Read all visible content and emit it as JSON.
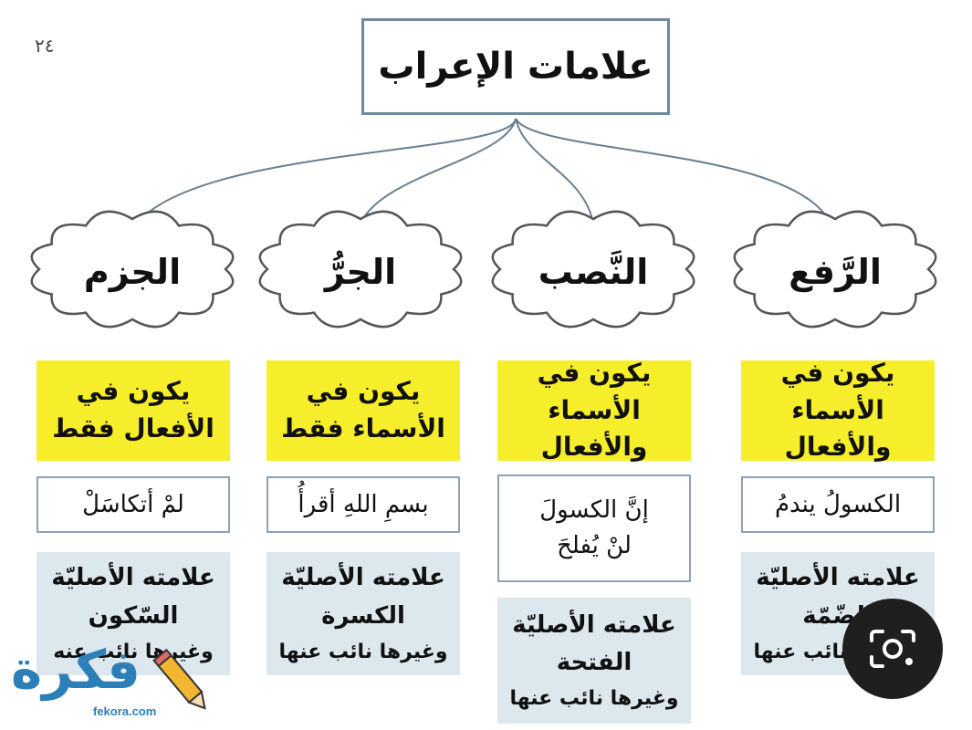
{
  "page_number": "٢٤",
  "title": "علامات الإعراب",
  "columns": [
    {
      "name": "الرَّفع",
      "scope_lines": [
        "يكون في",
        "الأسماء والأفعال"
      ],
      "example_lines": [
        "الكسولُ يندمُ"
      ],
      "sign_lines": [
        "علامته الأصليّة",
        "الضّمّة",
        "وغيرها نائب عنها"
      ]
    },
    {
      "name": "النَّصب",
      "scope_lines": [
        "يكون في",
        "الأسماء والأفعال"
      ],
      "example_lines": [
        "إنَّ الكسولَ",
        "لنْ يُفلحَ"
      ],
      "sign_lines": [
        "علامته الأصليّة",
        "الفتحة",
        "وغيرها نائب عنها"
      ]
    },
    {
      "name": "الجرُّ",
      "scope_lines": [
        "يكون في",
        "الأسماء فقط"
      ],
      "example_lines": [
        "بسمِ اللهِ أقرأُ"
      ],
      "sign_lines": [
        "علامته الأصليّة",
        "الكسرة",
        "وغيرها نائب عنها"
      ]
    },
    {
      "name": "الجزم",
      "scope_lines": [
        "يكون في",
        "الأفعال فقط"
      ],
      "example_lines": [
        "لمْ أتكاسَلْ"
      ],
      "sign_lines": [
        "علامته الأصليّة",
        "السّكون",
        "وغيرها نائب عنه"
      ]
    }
  ],
  "watermark": {
    "arabic": "فكرة",
    "latin": "fekora.com"
  },
  "overlay": {
    "icon": "lens-camera-icon"
  },
  "colors": {
    "yellow": "#f6ee2a",
    "light_blue": "#dde8ee",
    "title_border": "#6e8aa0",
    "logo_blue": "#2c7fb8"
  }
}
